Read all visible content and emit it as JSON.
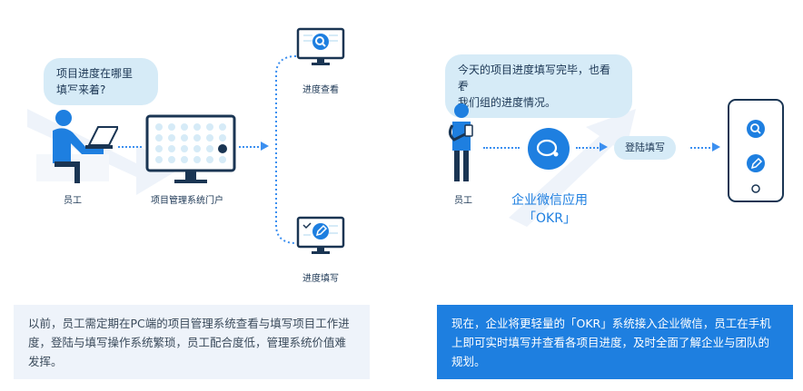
{
  "left": {
    "bubble": [
      "项目进度在哪里",
      "填写来着?"
    ],
    "employee_label": "员工",
    "portal_label": "项目管理系统门户",
    "view_label": "进度查看",
    "fill_label": "进度填写",
    "note": "以前，员工需定期在PC端的项目管理系统查看与填写项目工作进度，登陆与填写操作系统繁琐，员工配合度低，管理系统价值难发挥。"
  },
  "right": {
    "bubble": [
      "今天的项目进度填写完毕，也看看",
      "我们组的进度情况。"
    ],
    "employee_label": "员工",
    "app_title": "企业微信应用",
    "app_subtitle": "「OKR」",
    "login_label": "登陆填写",
    "note": "现在，企业将更轻量的「OKR」系统接入企业微信，员工在手机上即可实时填写并查看各项目进度，及时全面了解企业与团队的规划。"
  },
  "colors": {
    "accent": "#1e7fe0",
    "dark": "#1a3553",
    "light": "#d6ebf7"
  }
}
